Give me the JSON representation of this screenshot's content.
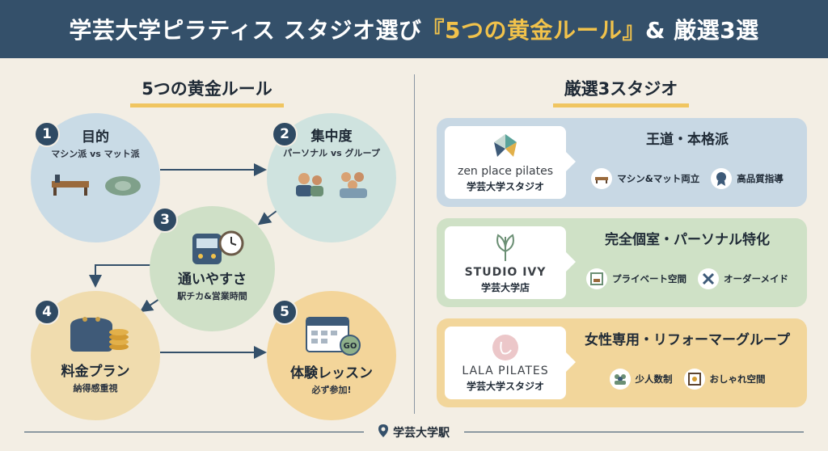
{
  "header": {
    "title_pre": "学芸大学ピラティス スタジオ選び",
    "title_highlight": "『5つの黄金ルール』",
    "title_post": "& 厳選3選"
  },
  "left": {
    "title": "5つの黄金ルール",
    "rules": [
      {
        "num": "1",
        "title": "目的",
        "sub": "マシン派 vs マット派"
      },
      {
        "num": "2",
        "title": "集中度",
        "sub": "パーソナル vs グループ"
      },
      {
        "num": "3",
        "title": "通いやすさ",
        "sub": "駅チカ&営業時間"
      },
      {
        "num": "4",
        "title": "料金プラン",
        "sub": "納得感重視"
      },
      {
        "num": "5",
        "title": "体験レッスン",
        "sub": "必ず参加!",
        "badge": "GO"
      }
    ]
  },
  "right": {
    "title": "厳選3スタジオ",
    "studios": [
      {
        "name": "zen place pilates",
        "branch": "学芸大学スタジオ",
        "headline": "王道・本格派",
        "tags": [
          {
            "icon": "bed-icon",
            "label": "マシン&マット両立"
          },
          {
            "icon": "award-icon",
            "label": "高品質指導"
          }
        ]
      },
      {
        "name": "STUDIO IVY",
        "branch": "学芸大学店",
        "headline": "完全個室・パーソナル特化",
        "tags": [
          {
            "icon": "room-icon",
            "label": "プライベート空間"
          },
          {
            "icon": "tools-icon",
            "label": "オーダーメイド"
          }
        ]
      },
      {
        "name": "LALA PILATES",
        "branch": "学芸大学スタジオ",
        "headline": "女性専用・リフォーマーグループ",
        "tags": [
          {
            "icon": "group-icon",
            "label": "少人数制"
          },
          {
            "icon": "interior-icon",
            "label": "おしゃれ空間"
          }
        ]
      }
    ]
  },
  "footer": {
    "station": "学芸大学駅"
  },
  "colors": {
    "header": "#34506a",
    "accent": "#f1c24b",
    "badge": "#2f4a63"
  }
}
